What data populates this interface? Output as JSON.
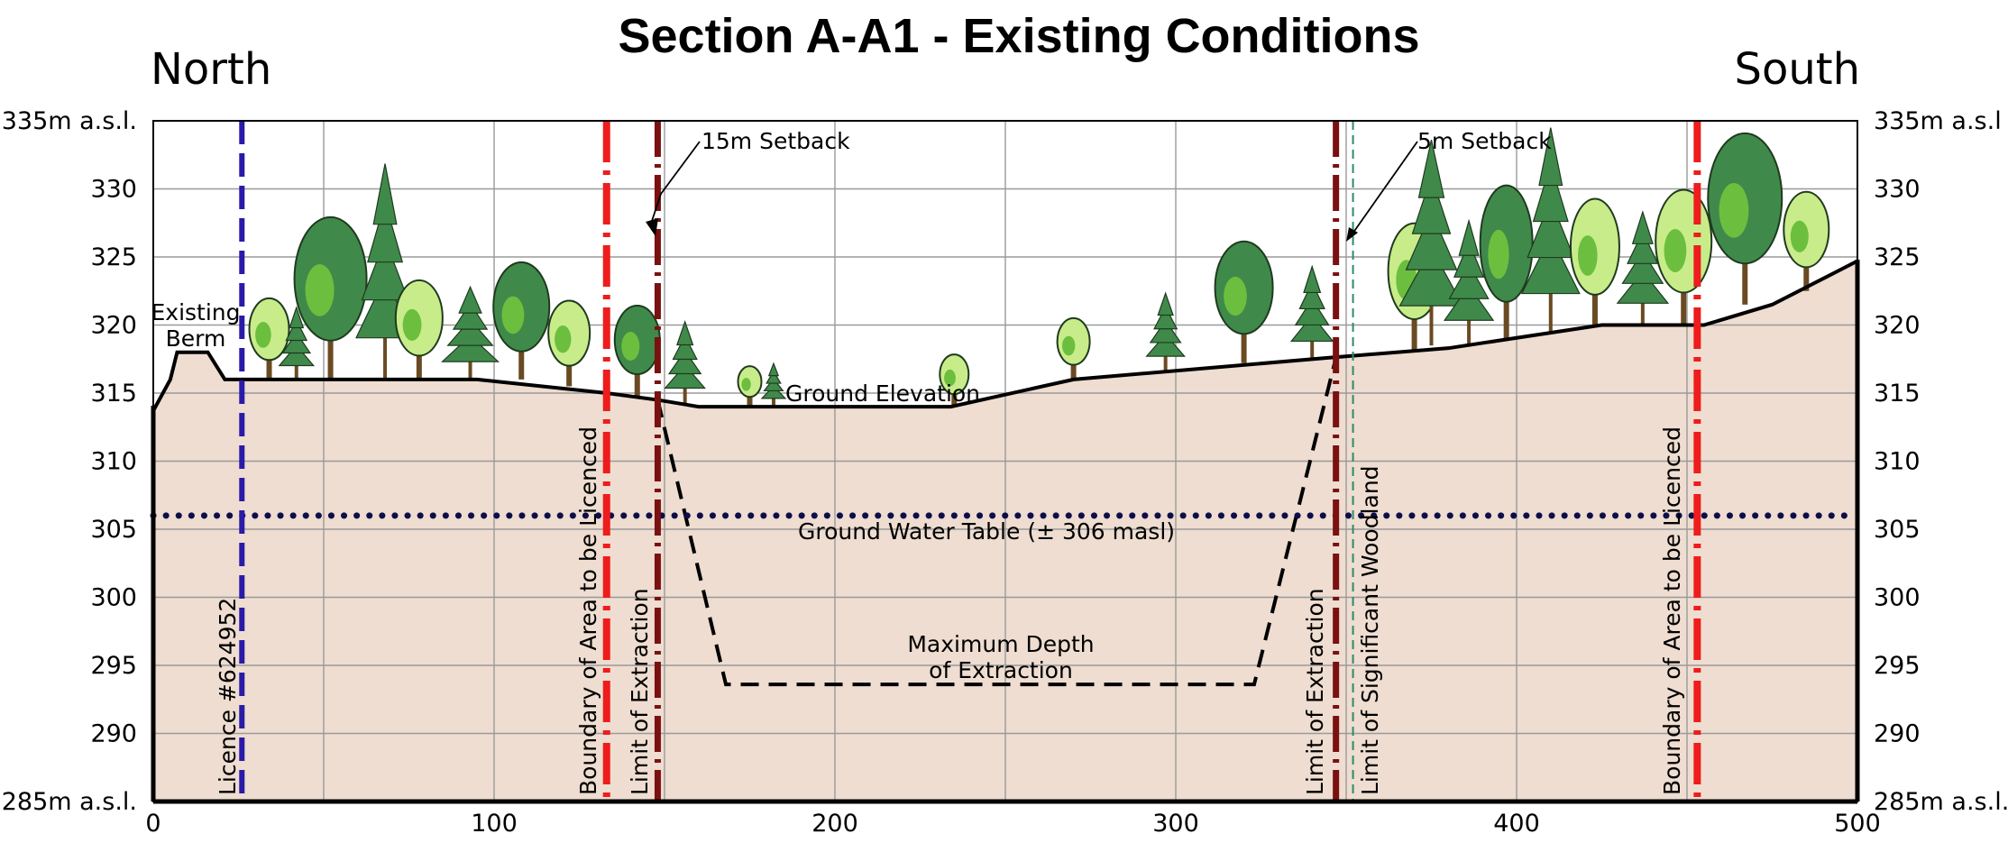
{
  "title": "Section A-A1 - Existing Conditions",
  "direction_left": "North",
  "direction_right": "South",
  "y_tick_labels": [
    "335m a.s.l.",
    "330",
    "325",
    "320",
    "315",
    "310",
    "305",
    "300",
    "295",
    "290",
    "285m a.s.l."
  ],
  "y_tick_labels_right": [
    "335m a.s.l",
    "330",
    "325",
    "320",
    "315",
    "310",
    "305",
    "300",
    "295",
    "290",
    "285m a.s.l."
  ],
  "x_tick_labels": [
    "0",
    "100",
    "200",
    "300",
    "400",
    "500"
  ],
  "labels": {
    "existing_berm_1": "Existing",
    "existing_berm_2": "Berm",
    "setback_15m": "15m Setback",
    "setback_5m": "5m Setback",
    "ground_elevation": "Ground Elevation",
    "ground_water_table": "Ground Water Table (± 306 masl)",
    "max_depth_1": "Maximum Depth",
    "max_depth_2": "of Extraction",
    "licence": "Licence #624952",
    "boundary_left": "Boundary of Area to be Licenced",
    "limit_extraction_left": "Limit of Extraction",
    "limit_extraction_right": "Limit of Extraction",
    "limit_woodland": "Limit of Significant Woodland",
    "boundary_right": "Boundary of Area to be Licenced"
  },
  "colors": {
    "ground_fill": "#eeddd0",
    "grid": "#9a9a9a",
    "profile": "#000000",
    "licence_line": "#2a1aa8",
    "boundary_line": "#ee1c1c",
    "extraction_line": "#7a1010",
    "woodland_line": "#2e8a6a",
    "water_table": "#0d0d4a",
    "tree_dark": "#3f8a4a",
    "tree_mid": "#6cbf3e",
    "tree_light": "#c9ec8a",
    "trunk": "#6a4a22"
  },
  "chart_data": {
    "type": "cross-section",
    "title": "Section A-A1 - Existing Conditions",
    "x_range": [
      0,
      500
    ],
    "y_range": [
      285,
      335
    ],
    "ground_profile": [
      [
        0,
        313.7
      ],
      [
        5,
        316
      ],
      [
        7,
        318
      ],
      [
        16,
        318
      ],
      [
        21,
        316
      ],
      [
        95,
        316
      ],
      [
        133,
        315
      ],
      [
        148,
        314.5
      ],
      [
        160,
        314
      ],
      [
        234,
        314
      ],
      [
        270,
        316
      ],
      [
        345,
        317.6
      ],
      [
        380,
        318.3
      ],
      [
        425,
        320
      ],
      [
        455,
        320
      ],
      [
        475,
        321.5
      ],
      [
        500,
        324.7
      ]
    ],
    "ground_water_table": 306,
    "extraction_floor": [
      [
        148,
        314.5
      ],
      [
        168,
        293.6
      ],
      [
        323,
        293.6
      ],
      [
        347,
        317.6
      ]
    ],
    "vertical_lines": [
      {
        "name": "Licence #624952",
        "x": 26
      },
      {
        "name": "Boundary of Area to be Licenced",
        "x": 133
      },
      {
        "name": "Limit of Extraction",
        "x": 148
      },
      {
        "name": "Limit of Extraction",
        "x": 347
      },
      {
        "name": "Limit of Significant Woodland",
        "x": 352
      },
      {
        "name": "Boundary of Area to be Licenced",
        "x": 453
      }
    ]
  }
}
